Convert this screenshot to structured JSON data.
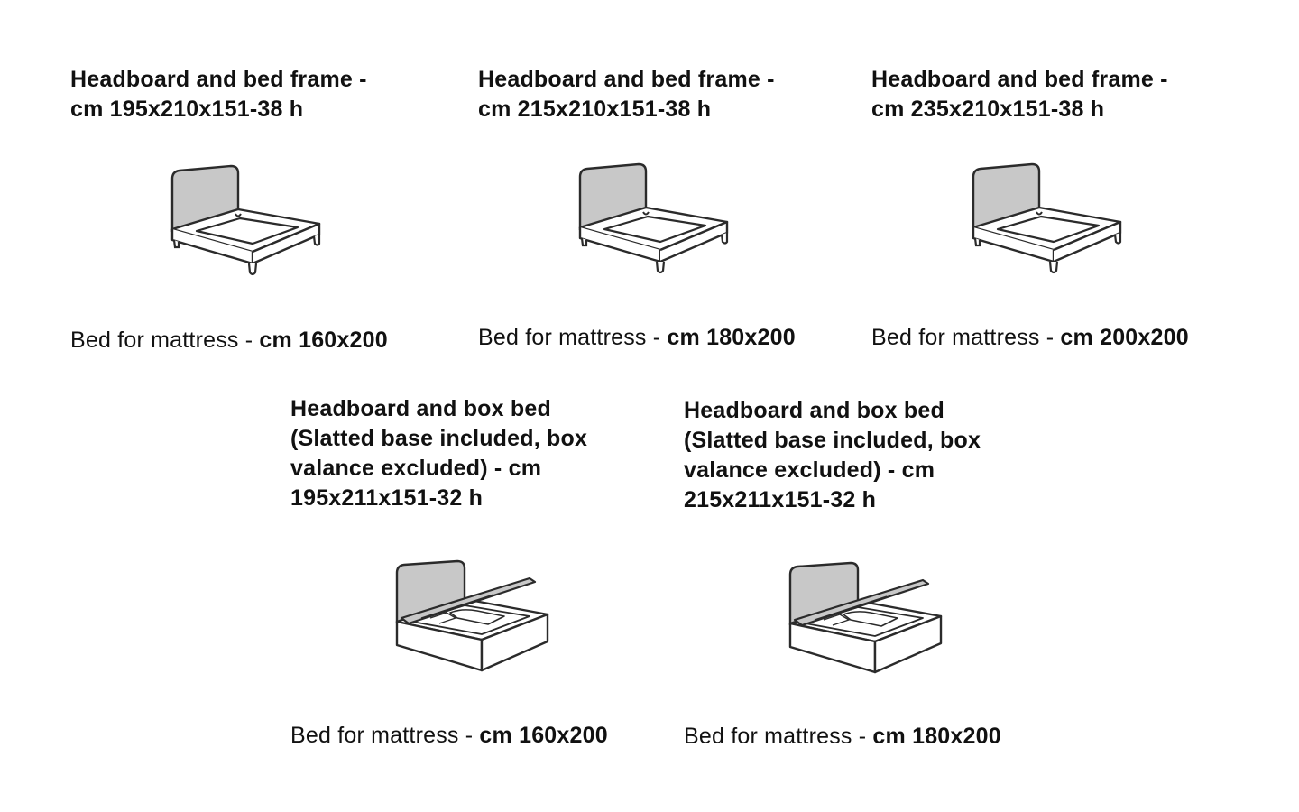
{
  "frame_beds": [
    {
      "title": "Headboard and bed frame -\ncm 195x210x151-38 h",
      "mattress_prefix": "Bed for mattress - ",
      "mattress_size": "cm 160x200",
      "icon": "bed-frame-icon"
    },
    {
      "title": "Headboard and bed frame -\ncm 215x210x151-38 h",
      "mattress_prefix": "Bed for mattress - ",
      "mattress_size": "cm 180x200",
      "icon": "bed-frame-icon"
    },
    {
      "title": "Headboard and bed frame -\ncm 235x210x151-38 h",
      "mattress_prefix": "Bed for mattress - ",
      "mattress_size": "cm 200x200",
      "icon": "bed-frame-icon"
    }
  ],
  "box_beds": [
    {
      "title": "Headboard and box bed\n(Slatted base included, box\nvalance excluded) - cm\n195x211x151-32 h",
      "mattress_prefix": "Bed for mattress - ",
      "mattress_size": "cm 160x200",
      "icon": "storage-box-bed-icon"
    },
    {
      "title": "Headboard and box bed\n(Slatted base included, box\nvalance excluded) - cm\n215x211x151-32 h",
      "mattress_prefix": "Bed for mattress - ",
      "mattress_size": "cm 180x200",
      "icon": "storage-box-bed-icon"
    }
  ],
  "colors": {
    "line": "#2b2b2b",
    "headboard_fill": "#c8c8c8",
    "background": "#ffffff"
  }
}
